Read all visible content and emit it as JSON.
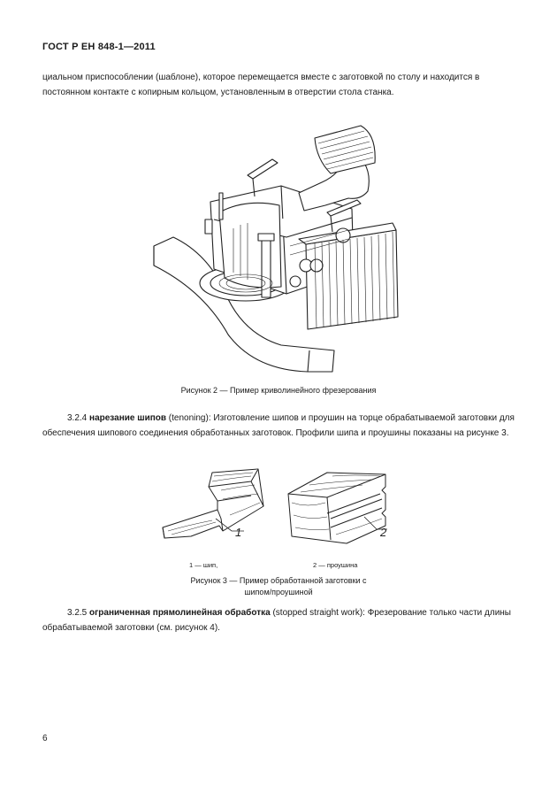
{
  "header": {
    "title": "ГОСТ Р ЕН 848-1—2011"
  },
  "paragraph1": "циальном приспособлении (шаблоне), которое перемещается вместе с заготовкой по столу и находится в постоянном контакте с копирным кольцом, установленным в отверстии стола станка.",
  "figure2": {
    "caption": "Рисунок 2 — Пример криволинейного фрезерования"
  },
  "section_3_2_4": {
    "number": "3.2.4",
    "term": "нарезание шипов",
    "english": "(tenoning):",
    "text": "Изготовление шипов и проушин на торце обрабатываемой заготовки для обеспечения шипового соединения обработанных заготовок. Профили шипа и проушины показаны на рисунке 3."
  },
  "figure3": {
    "label1": "1",
    "label2": "2",
    "legend1": "1 — шип,",
    "legend2": "2 — проушина",
    "caption_line1": "Рисунок 3 — Пример обработанной заготовки с",
    "caption_line2": "шипом/проушиной"
  },
  "section_3_2_5": {
    "number": "3.2.5",
    "term": "ограниченная прямолинейная обработка",
    "english": "(stopped straight work):",
    "text": "Фрезерование только части длины обрабатываемой заготовки (см. рисунок 4)."
  },
  "page_number": "6"
}
